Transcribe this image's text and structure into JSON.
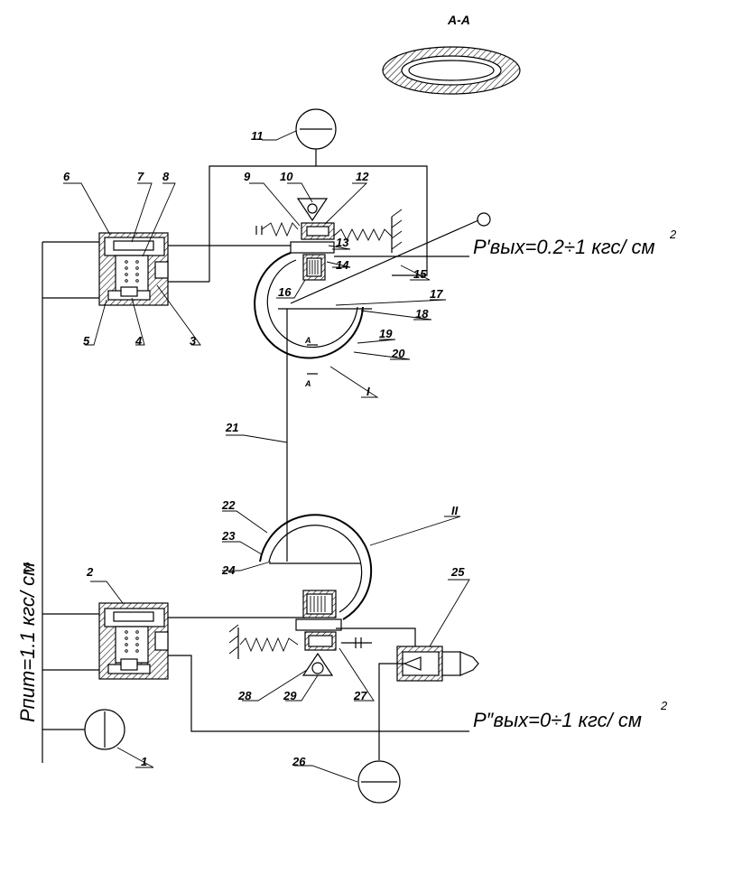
{
  "section_title": "A-A",
  "labels": {
    "n1": "1",
    "n2": "2",
    "n3": "3",
    "n4": "4",
    "n5": "5",
    "n6": "6",
    "n7": "7",
    "n8": "8",
    "n9": "9",
    "n10": "10",
    "n11": "11",
    "n12": "12",
    "n13": "13",
    "n14": "14",
    "n15": "15",
    "n16": "16",
    "n17": "17",
    "n18": "18",
    "n19": "19",
    "n20": "20",
    "n21": "21",
    "n22": "22",
    "n23": "23",
    "n24": "24",
    "n25": "25",
    "n26": "26",
    "n27": "27",
    "n28": "28",
    "n29": "29",
    "roman1": "I",
    "roman2": "II",
    "sectionMarkA1": "A",
    "sectionMarkA2": "A"
  },
  "pressures": {
    "out1_text": "P′вых=0.2÷1 кгс/ см",
    "out1_sup": "2",
    "out2_text": "P″вых=0÷1 кгс/ см",
    "out2_sup": "2",
    "supply_text": "Рпит=1.1 кгс/ см",
    "supply_sup": "2"
  }
}
